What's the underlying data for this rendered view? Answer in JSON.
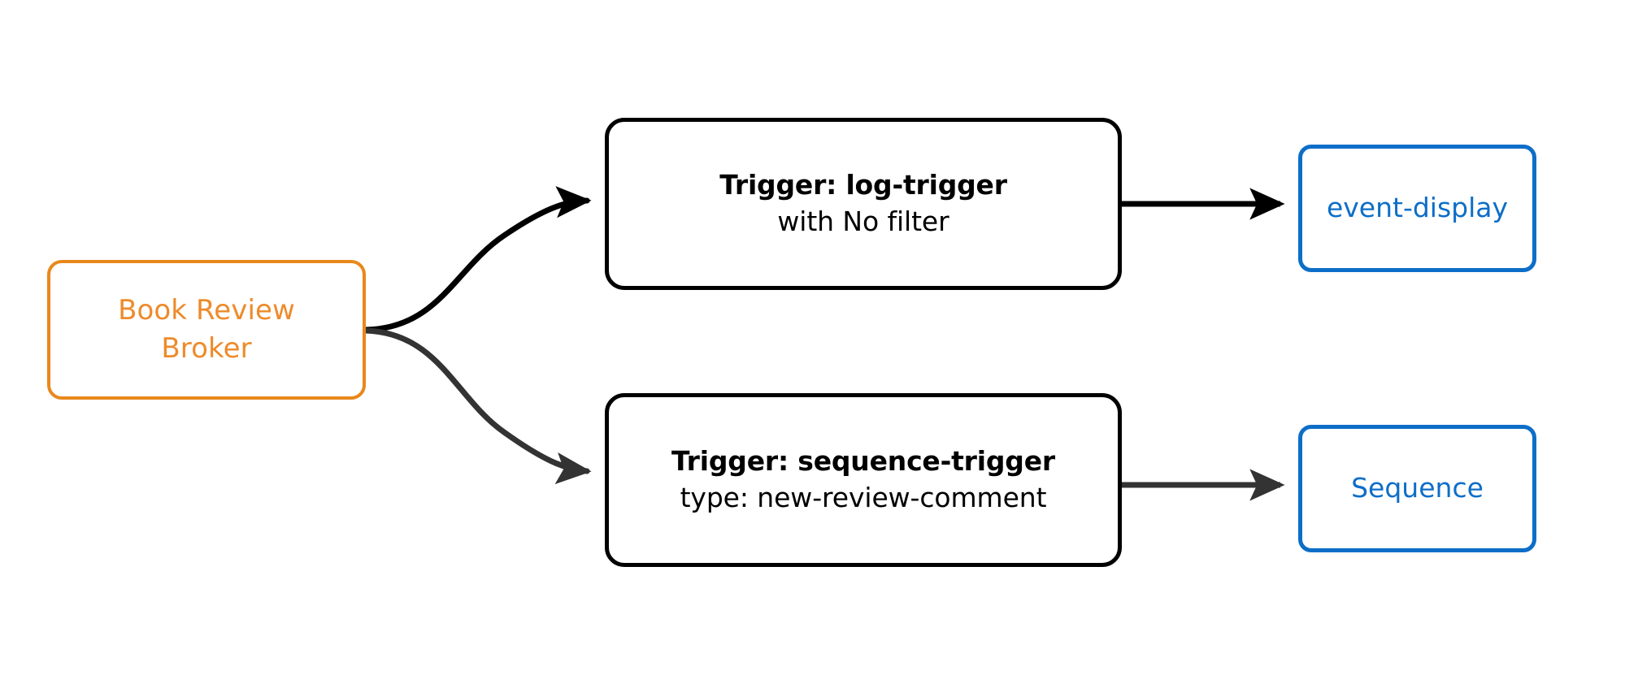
{
  "diagram": {
    "type": "flow-diagram",
    "background_color": "#ffffff",
    "nodes": [
      {
        "id": "broker",
        "kind": "broker",
        "lines": [
          "Book Review",
          "Broker"
        ],
        "border_color": "#E8881C",
        "text_color": "#ED8B2B"
      },
      {
        "id": "trigger-log",
        "kind": "trigger",
        "title": "Trigger: log-trigger",
        "subtitle": "with No filter",
        "border_color": "#000000",
        "text_color": "#000000"
      },
      {
        "id": "trigger-sequence",
        "kind": "trigger",
        "title": "Trigger: sequence-trigger",
        "subtitle": "type: new-review-comment",
        "border_color": "#000000",
        "text_color": "#000000"
      },
      {
        "id": "sink-event-display",
        "kind": "sink",
        "label": "event-display",
        "border_color": "#0D6EC8",
        "text_color": "#0D6EC8"
      },
      {
        "id": "sink-sequence",
        "kind": "sink",
        "label": "Sequence",
        "border_color": "#0D6EC8",
        "text_color": "#0D6EC8"
      }
    ],
    "edges": [
      {
        "id": "broker-to-log-trigger",
        "from": "broker",
        "to": "trigger-log",
        "style": "curved",
        "color": "#000000"
      },
      {
        "id": "broker-to-sequence-trigger",
        "from": "broker",
        "to": "trigger-sequence",
        "style": "curved",
        "color": "#333333"
      },
      {
        "id": "log-trigger-to-event-display",
        "from": "trigger-log",
        "to": "sink-event-display",
        "style": "straight",
        "color": "#000000"
      },
      {
        "id": "sequence-trigger-to-sequence",
        "from": "trigger-sequence",
        "to": "sink-sequence",
        "style": "straight",
        "color": "#333333"
      }
    ]
  }
}
